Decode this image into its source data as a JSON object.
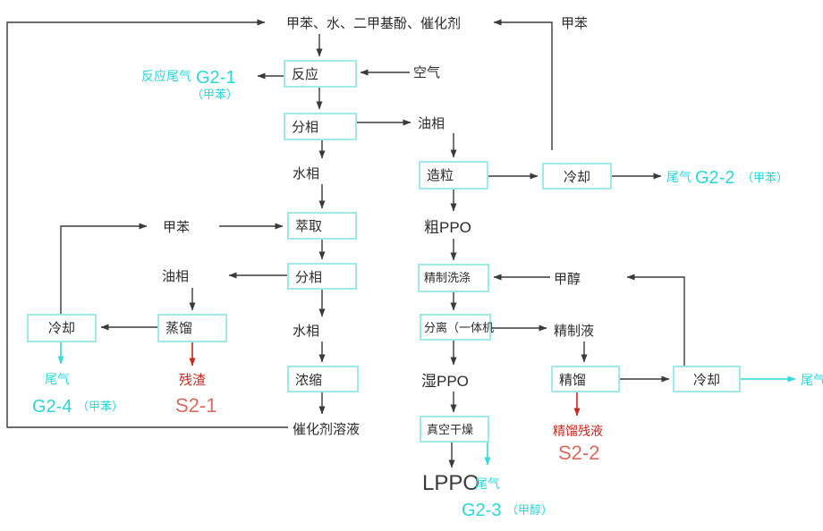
{
  "diagram": {
    "type": "process-flow-diagram",
    "colors": {
      "box_border": "#9fe9e9",
      "flow_line": "#3a3a3a",
      "emission_cyan": "#2bd7d7",
      "waste_red": "#c8281e",
      "waste_code_red": "#db6a5e"
    },
    "boxes": {
      "reaction": "反应",
      "phase_separation_1": "分相",
      "extraction": "萃取",
      "phase_separation_2": "分相",
      "concentration": "浓缩",
      "distillation": "蒸馏",
      "cooling_left": "冷却",
      "granulation": "造粒",
      "cooling_top_right": "冷却",
      "refining_washing": "精制洗涤",
      "separation": "分离（一体机",
      "vacuum_drying": "真空干燥",
      "rectification": "精馏",
      "cooling_bottom_right": "冷却"
    },
    "streams": {
      "feed_mixture": "甲苯、水、二甲基酚、催化剂",
      "toluene_top": "甲苯",
      "air": "空气",
      "water_phase_1": "水相",
      "oil_phase_right": "油相",
      "crude_ppo": "粗PPO",
      "toluene_recycle": "甲苯",
      "oil_phase_left": "油相",
      "water_phase_2": "水相",
      "catalyst_solution": "催化剂溶液",
      "methanol": "甲醇",
      "refined_liquid": "精制液",
      "wet_ppo": "湿PPO",
      "lppo": "LPPO"
    },
    "emissions": {
      "reaction_offgas_label": "反应尾气",
      "g2_1_code": "G2-1",
      "g2_1_note": "（甲苯）",
      "offgas_label_g2_2": "尾气",
      "g2_2_code": "G2-2",
      "g2_2_note": "（甲苯）",
      "offgas_label_left": "尾气",
      "g2_4_code": "G2-4",
      "g2_4_note": "（甲苯）",
      "offgas_label_dryer": "尾气",
      "g2_3_code": "G2-3",
      "g2_3_note": "（甲醇）",
      "offgas_label_right": "尾气",
      "residue": "残渣",
      "s2_1_code": "S2-1",
      "rectification_residue": "精馏残液",
      "s2_2_code": "S2-2"
    }
  }
}
